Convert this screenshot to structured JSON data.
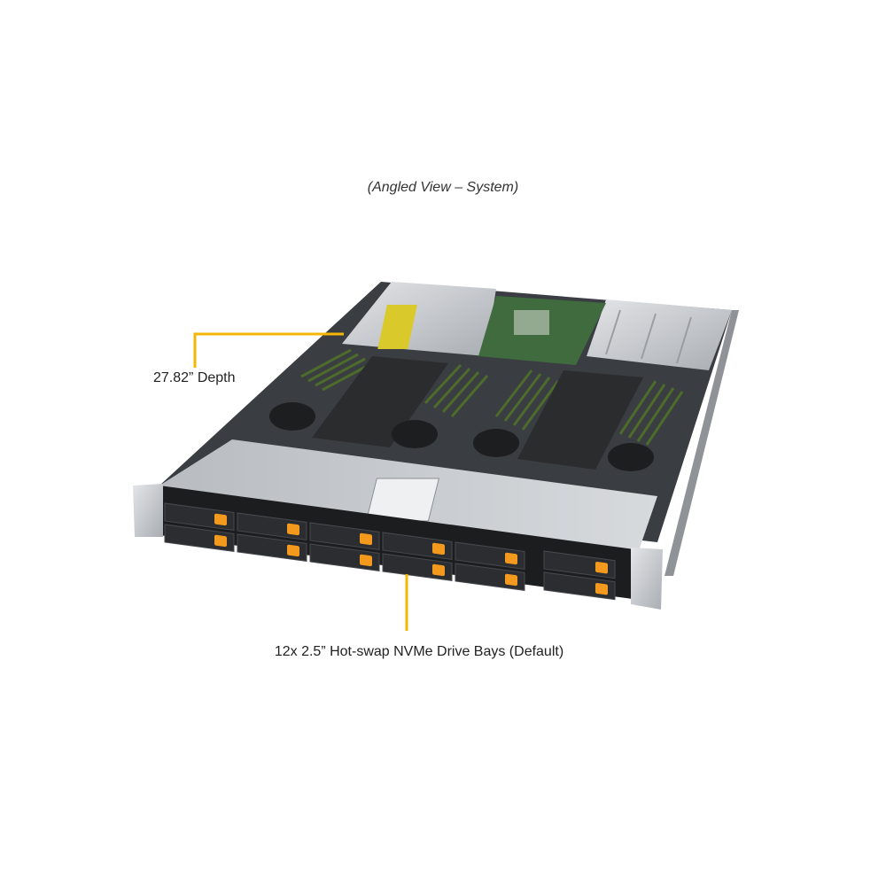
{
  "caption": "(Angled View – System)",
  "callouts": {
    "depth": "27.82” Depth",
    "drive_bays": "12x 2.5” Hot-swap NVMe Drive Bays (Default)"
  },
  "colors": {
    "leader_line": "#f2b705",
    "drive_latch": "#f39a1e",
    "chassis_metal": "#c9ccd0",
    "front_panel": "#1c1d1f"
  },
  "drive_bays": {
    "count": 12,
    "rows": 2,
    "columns": 6
  }
}
